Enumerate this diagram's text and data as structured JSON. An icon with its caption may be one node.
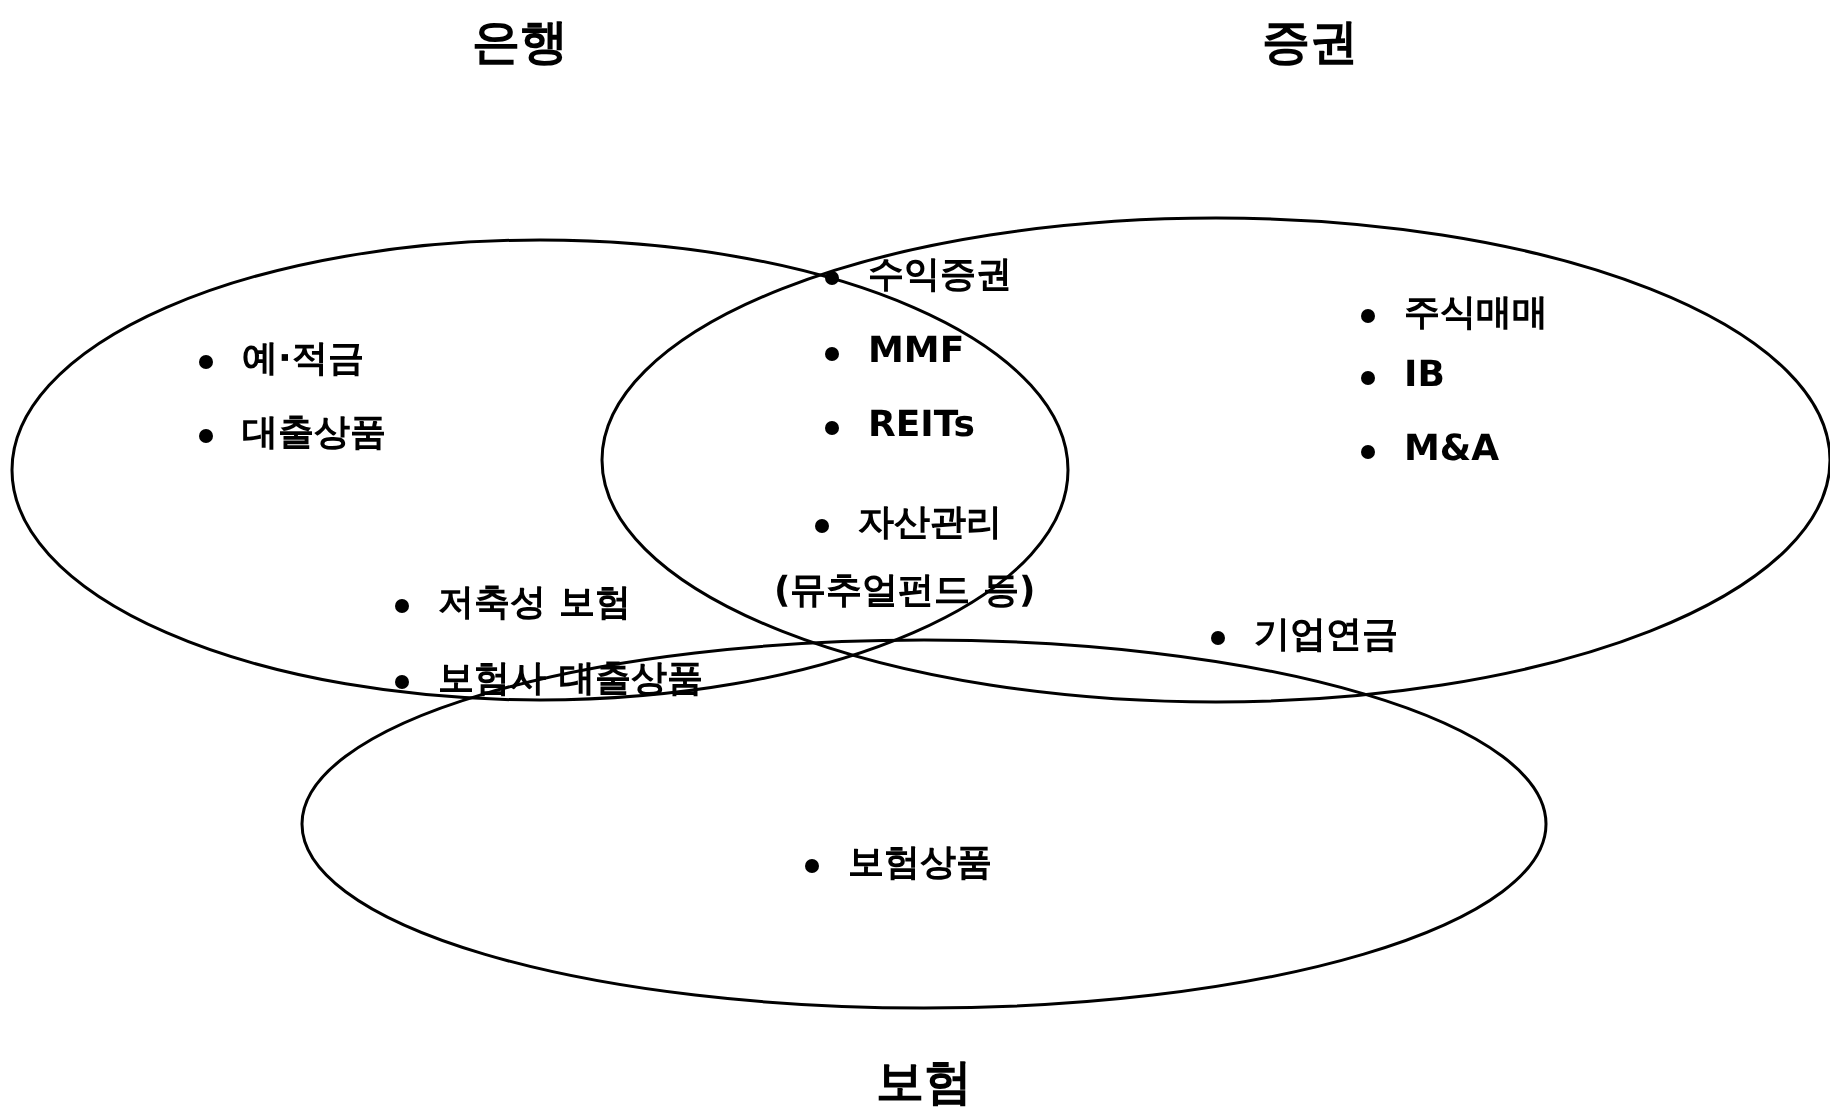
{
  "diagram": {
    "nodes": [
      {
        "text": [
          "예·적금",
          "대출상품"
        ],
        "beside": [
          "은행"
        ]
      },
      {
        "text": [
          "주식매매",
          "IB",
          "M&A"
        ],
        "beside": [
          "증권"
        ]
      },
      {
        "text": [
          "보험상품"
        ],
        "beside": [
          "보험"
        ]
      }
    ],
    "labels": [
      "수익증권",
      "MMF",
      "REITs",
      "자산관리 (뮤추얼펀드 등)",
      "저축성 보험",
      "보험사 대출상품",
      "기업연금"
    ]
  }
}
